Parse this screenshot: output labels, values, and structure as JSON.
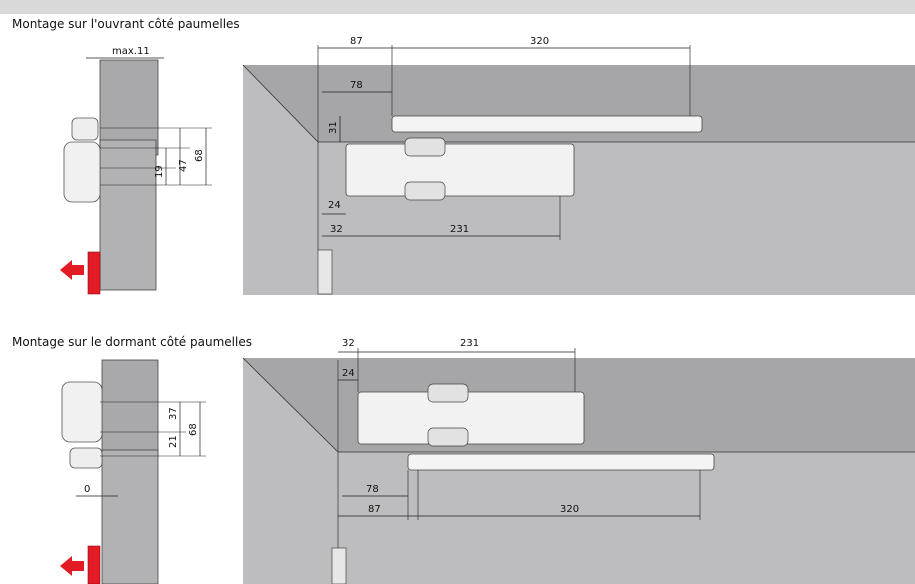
{
  "labels": {
    "top_section": "Montage sur l'ouvrant côté paumelles",
    "bottom_section": "Montage sur le dormant côté paumelles"
  },
  "top": {
    "max_clearance": "max.11",
    "side_dims": [
      "31",
      "47",
      "19",
      "68"
    ],
    "dims": {
      "d87": "87",
      "d320": "320",
      "d78": "78",
      "d24": "24",
      "d32": "32",
      "d231": "231"
    }
  },
  "bottom": {
    "zero_clearance": "0",
    "side_dims": [
      "37",
      "21",
      "68"
    ],
    "dims": {
      "d32": "32",
      "d231": "231",
      "d24": "24",
      "d78": "78",
      "d87": "87",
      "d320": "320"
    }
  },
  "colors": {
    "panel": "#b4b4b6",
    "panel_dark": "#8f8f92",
    "line": "#222222",
    "arrow": "#e21b24",
    "closer_body": "#f3f3f3",
    "background_band": "#e8e8e8"
  }
}
